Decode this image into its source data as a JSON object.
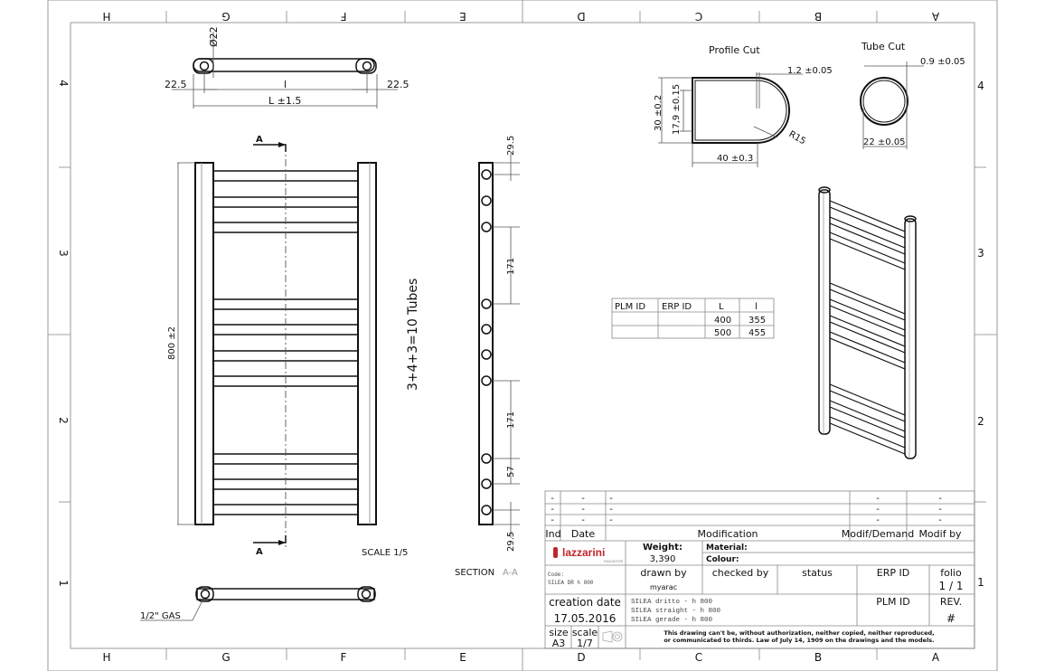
{
  "sheet": {
    "zone_columns_top": [
      "H",
      "G",
      "F",
      "E",
      "D",
      "C",
      "B",
      "A"
    ],
    "zone_columns_bottom": [
      "H",
      "G",
      "F",
      "E",
      "D",
      "C",
      "B",
      "A"
    ],
    "zone_rows_left": [
      "4",
      "3",
      "2",
      "1"
    ],
    "zone_rows_right": [
      "4",
      "3",
      "2",
      "1"
    ]
  },
  "top_view": {
    "diameter": "Ø22",
    "left_offset": "22.5",
    "right_offset": "22.5",
    "inner_length": "l",
    "overall_length": "L ±1.5"
  },
  "front_view": {
    "height_dim": "800 ±2",
    "tubes_label": "3+4+3=10 Tubes",
    "section_marker_top": "A",
    "section_marker_bottom": "A",
    "scale_label": "SCALE  1/5"
  },
  "bottom_view": {
    "gas_label": "1/2\" GAS"
  },
  "section_view": {
    "dims": [
      "29.5",
      "171",
      "171",
      "57",
      "29.5"
    ],
    "label": "SECTION",
    "label_ref": "A-A"
  },
  "profile_cut": {
    "title": "Profile Cut",
    "wall": "1.2 ±0.05",
    "height": "30 ±0.2",
    "inner_height": "17,9 ±0.15",
    "width": "40 ±0.3",
    "radius": "R15"
  },
  "tube_cut": {
    "title": "Tube Cut",
    "wall": "0.9 ±0.05",
    "diameter": "22 ±0.05"
  },
  "variants_table": {
    "headers": [
      "PLM ID",
      "ERP ID",
      "L",
      "l"
    ],
    "rows": [
      [
        "",
        "",
        "400",
        "355"
      ],
      [
        "",
        "",
        "500",
        "455"
      ]
    ]
  },
  "title_block": {
    "revisions": [
      [
        "-",
        "-",
        "-",
        "-",
        "-"
      ],
      [
        "-",
        "-",
        "-",
        "-",
        "-"
      ],
      [
        "-",
        "-",
        "-",
        "-",
        "-"
      ]
    ],
    "revision_headers": [
      "Ind",
      "Date",
      "Modification",
      "Modif/Demand",
      "Modif by"
    ],
    "logo_text": "lazzarini",
    "logo_sub": "RADIATORI",
    "brand_color": "#c0272d",
    "weight_label": "Weight:",
    "weight_value": "3,390",
    "material_label": "Material:",
    "colour_label": "Colour:",
    "code_label": "Code:",
    "code_value": "SILEA DR h 800",
    "drawn_by_label": "drawn by",
    "drawn_by_value": "myarac",
    "checked_by_label": "checked by",
    "status_label": "status",
    "erp_id_label": "ERP ID",
    "folio_label": "folio",
    "folio_value": "1 / 1",
    "creation_date_label": "creation date",
    "creation_date_value": "17.05.2016",
    "descriptions": [
      "SILEA dritto - h 800",
      "SILEA straight - h 800",
      "SILEA gerade - h 800"
    ],
    "plm_id_label": "PLM ID",
    "rev_label": "REV.",
    "rev_value": "#",
    "size_label": "size",
    "size_value": "A3",
    "scale_label": "scale",
    "scale_value": "1/7",
    "legal_line1": "This drawing can't be, without authorization, neither copied, neither reproduced,",
    "legal_line2": "or communicated to thirds. Law of July 14, 1909 on the drawings and the models."
  }
}
